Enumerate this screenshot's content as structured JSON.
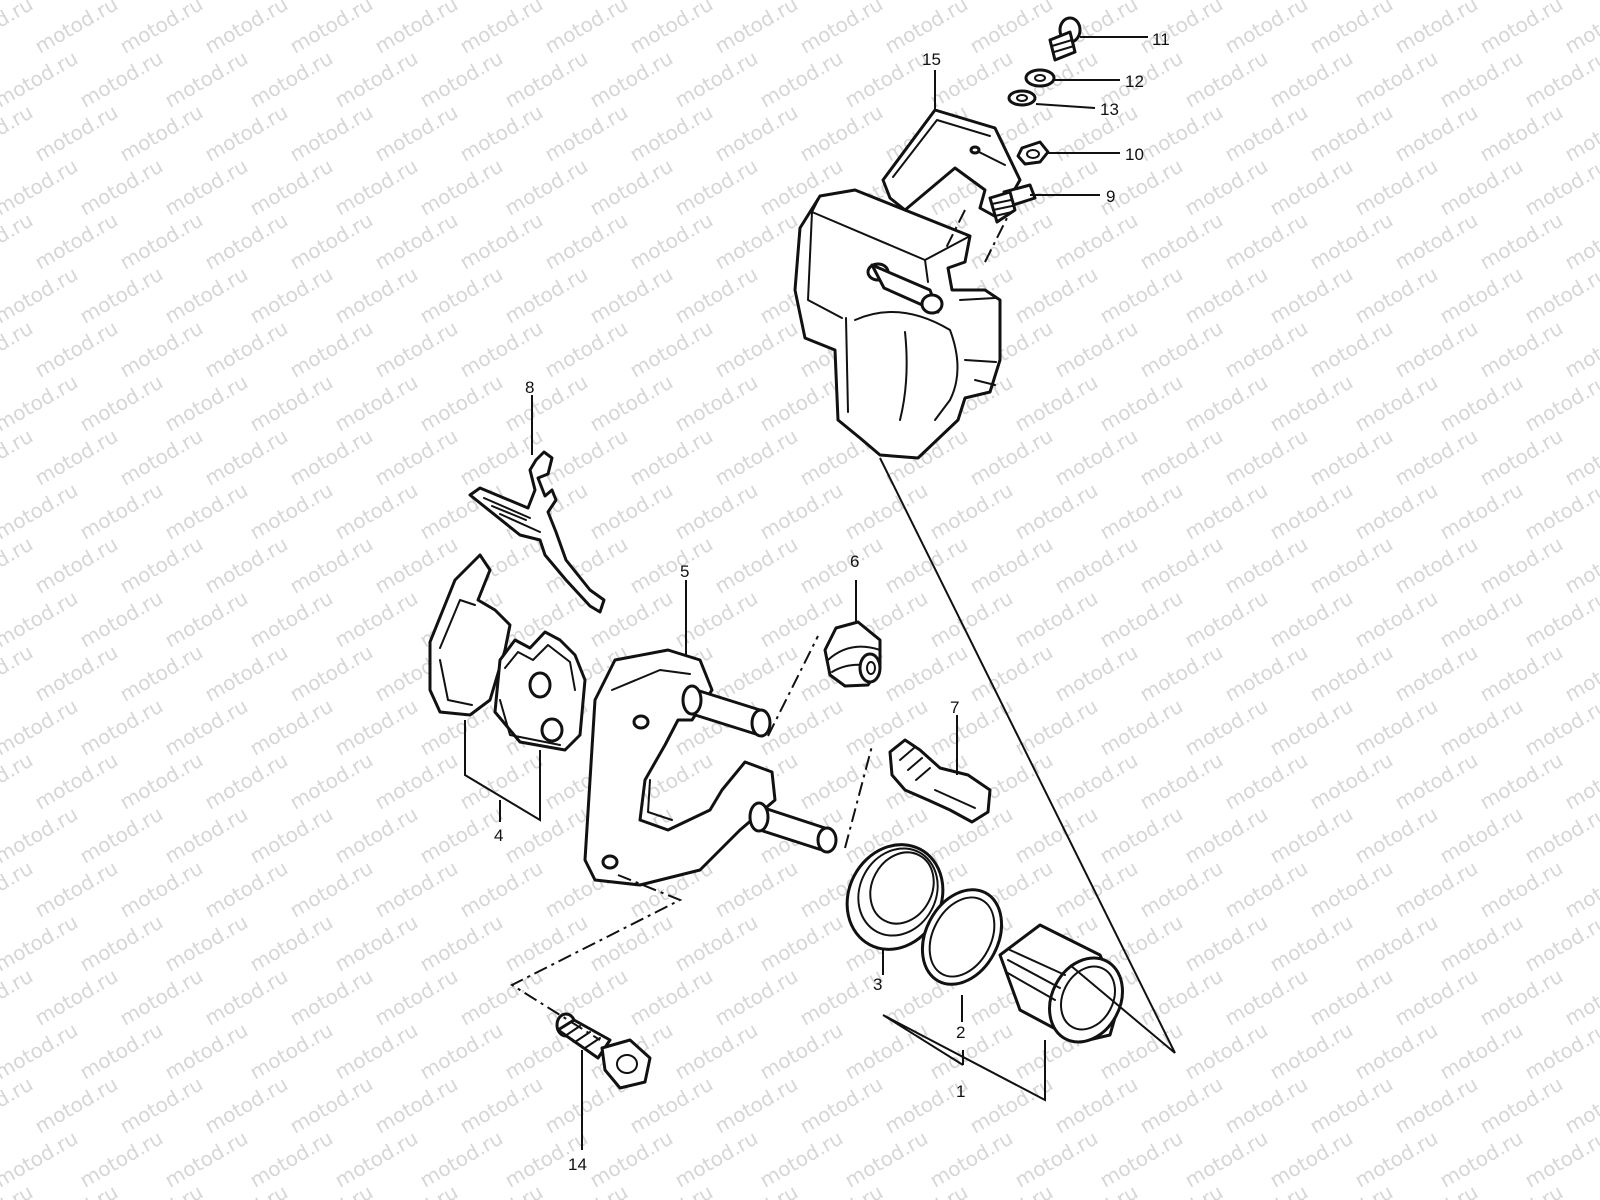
{
  "watermark": {
    "text": "motod.ru"
  },
  "diagram": {
    "callouts": [
      {
        "id": "c1",
        "label": "1"
      },
      {
        "id": "c2",
        "label": "2"
      },
      {
        "id": "c3",
        "label": "3"
      },
      {
        "id": "c4",
        "label": "4"
      },
      {
        "id": "c5",
        "label": "5"
      },
      {
        "id": "c6",
        "label": "6"
      },
      {
        "id": "c7",
        "label": "7"
      },
      {
        "id": "c8",
        "label": "8"
      },
      {
        "id": "c9",
        "label": "9"
      },
      {
        "id": "c10",
        "label": "10"
      },
      {
        "id": "c11",
        "label": "11"
      },
      {
        "id": "c12",
        "label": "12"
      },
      {
        "id": "c13",
        "label": "13"
      },
      {
        "id": "c14",
        "label": "14"
      },
      {
        "id": "c15",
        "label": "15"
      }
    ]
  },
  "colors": {
    "line": "#111111",
    "background": "#ffffff",
    "watermark": "#d6d6d6"
  }
}
